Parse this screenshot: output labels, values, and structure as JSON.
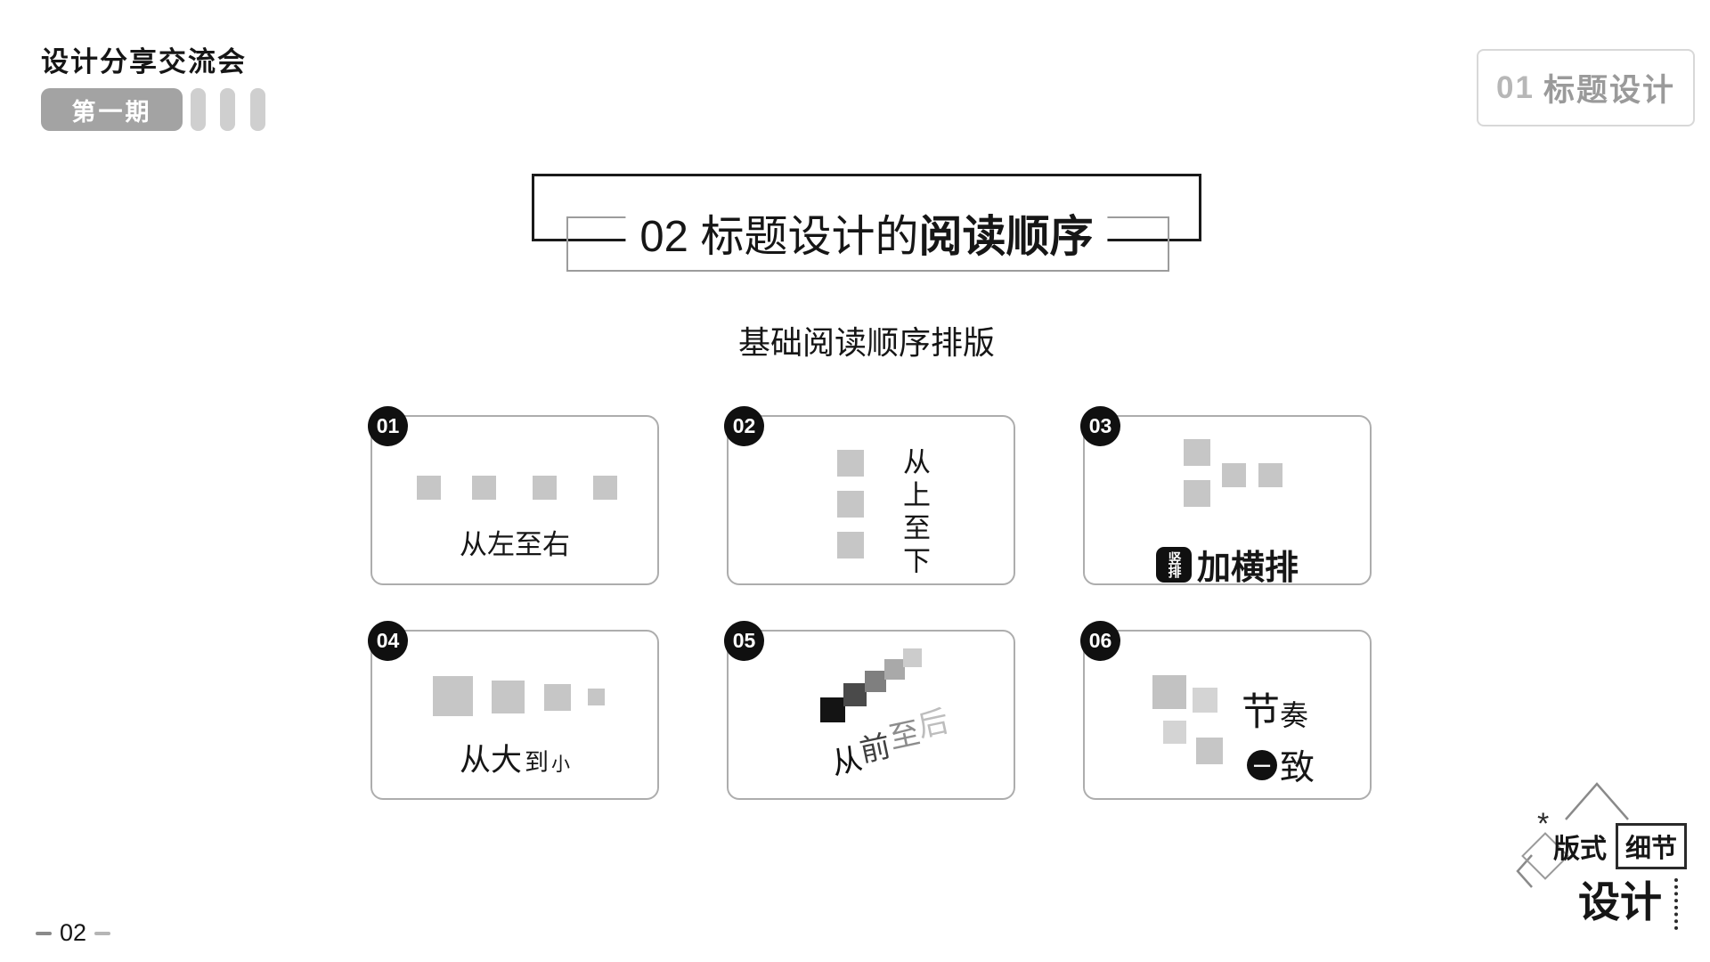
{
  "colors": {
    "ink": "#161616",
    "gray_square": "#c6c6c6",
    "card_border": "#adadad",
    "badge_bg": "#a3a3a3",
    "frame_outer": "#1a1a1a",
    "frame_inner": "#9c9c9c"
  },
  "header": {
    "event_title": "设计分享交流会",
    "issue_badge": "第一期",
    "chapter_num": "01",
    "chapter_title": "标题设计"
  },
  "main_title": {
    "regular": "02 标题设计的",
    "bold": "阅读顺序"
  },
  "subtitle": "基础阅读顺序排版",
  "cards": [
    {
      "num": "01",
      "caption": "从左至右"
    },
    {
      "num": "02",
      "caption": "从上至下"
    },
    {
      "num": "03",
      "tag": "竖排",
      "caption": "加横排"
    },
    {
      "num": "04",
      "part_large": "从大",
      "part_mid": "到",
      "part_small": "小"
    },
    {
      "num": "05",
      "chars": [
        "从",
        "前",
        "至",
        "后"
      ]
    },
    {
      "num": "06",
      "top_large": "节",
      "top_small": "奏",
      "bottom_tag": "一",
      "bottom": "致"
    }
  ],
  "footer": {
    "page_number": "02"
  },
  "logo": {
    "sparkle": "*",
    "word_top": "版式",
    "word_boxed": "细节",
    "word_main": "设计"
  }
}
